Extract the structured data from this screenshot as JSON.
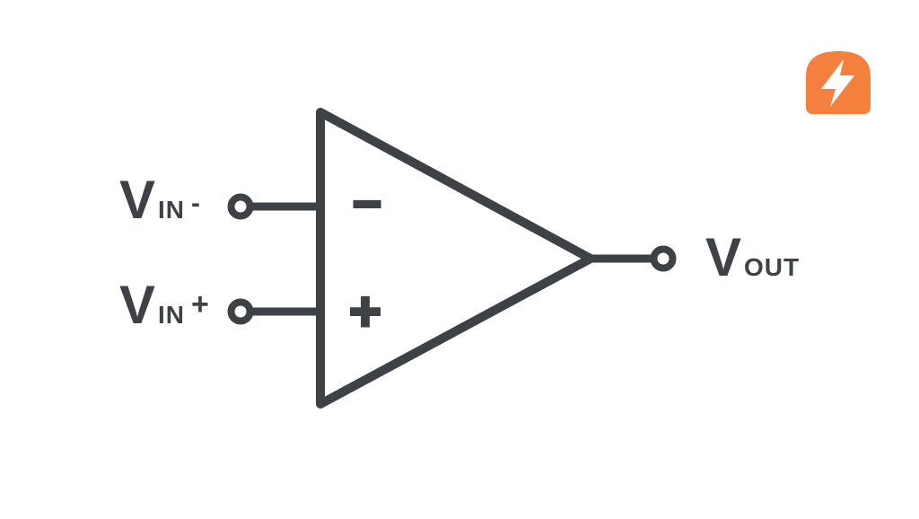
{
  "labels": {
    "vin_minus": {
      "v": "V",
      "sub": "IN",
      "sign": "-"
    },
    "vin_plus": {
      "v": "V",
      "sub": "IN",
      "sign": "+"
    },
    "vout": {
      "v": "V",
      "sub": "OUT"
    }
  },
  "opamp": {
    "inverting_sign": "−",
    "noninverting_sign": "+"
  },
  "icons": {
    "logo": "toast-logo",
    "logo_glyph": "lightning-bolt-icon"
  },
  "colors": {
    "ink": "#3e4145",
    "background": "#ffffff",
    "logo": "#f5803e",
    "bolt": "#ffffff"
  }
}
